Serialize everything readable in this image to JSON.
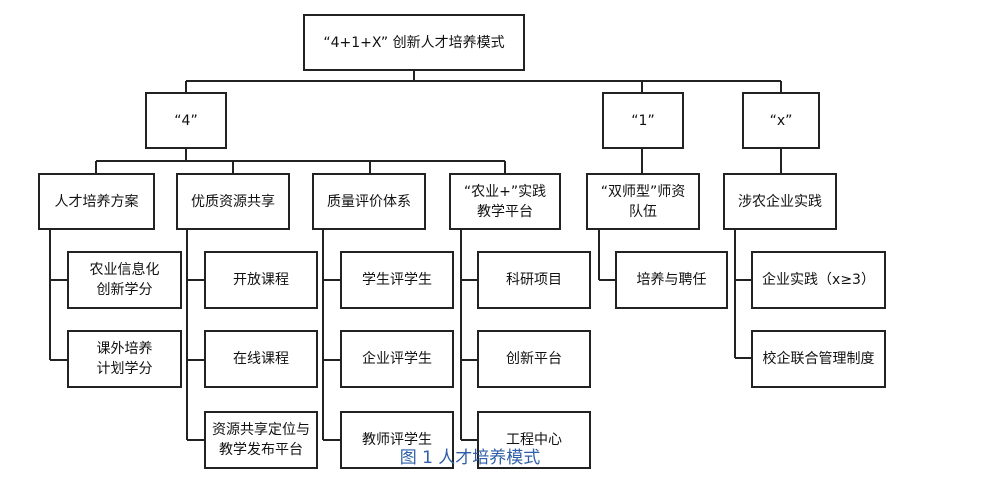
{
  "root": {
    "line1": "“4+1+X” 创新人才培养模式",
    "line2": ""
  },
  "level1": {
    "four": "“4”",
    "one": "“1”",
    "x": "“x”"
  },
  "level2": {
    "talent_plan": {
      "line1": "人才培养方案",
      "line2": ""
    },
    "resource_share": {
      "line1": "优质资源共享",
      "line2": ""
    },
    "quality_eval": {
      "line1": "质量评价体系",
      "line2": ""
    },
    "practice_platform": {
      "line1": "“农业+”实践",
      "line2": "教学平台"
    },
    "dual_teacher": {
      "line1": "“双师型”师资",
      "line2": "队伍"
    },
    "enterprise_practice": {
      "line1": "涉农企业实践",
      "line2": ""
    }
  },
  "level3": {
    "agri_info_credit": {
      "line1": "农业信息化",
      "line2": "创新学分"
    },
    "extracurricular_credit": {
      "line1": "课外培养",
      "line2": "计划学分"
    },
    "open_course": {
      "line1": "开放课程",
      "line2": ""
    },
    "online_course": {
      "line1": "在线课程",
      "line2": ""
    },
    "resource_platform": {
      "line1": "资源共享定位与",
      "line2": "教学发布平台"
    },
    "student_eval_student": {
      "line1": "学生评学生",
      "line2": ""
    },
    "enterprise_eval_student": {
      "line1": "企业评学生",
      "line2": ""
    },
    "teacher_eval_student": {
      "line1": "教师评学生",
      "line2": ""
    },
    "research_project": {
      "line1": "科研项目",
      "line2": ""
    },
    "innovation_platform": {
      "line1": "创新平台",
      "line2": ""
    },
    "engineering_center": {
      "line1": "工程中心",
      "line2": ""
    },
    "training_hiring": {
      "line1": "培养与聘任",
      "line2": ""
    },
    "enterprise_practice_x": {
      "line1": "企业实践（x≥3）",
      "line2": ""
    },
    "joint_management": {
      "line1": "校企联合管理制度",
      "line2": ""
    }
  },
  "caption": "图 1 人才培养模式",
  "colors": {
    "line": "#222222",
    "caption": "#2f5fa8"
  }
}
